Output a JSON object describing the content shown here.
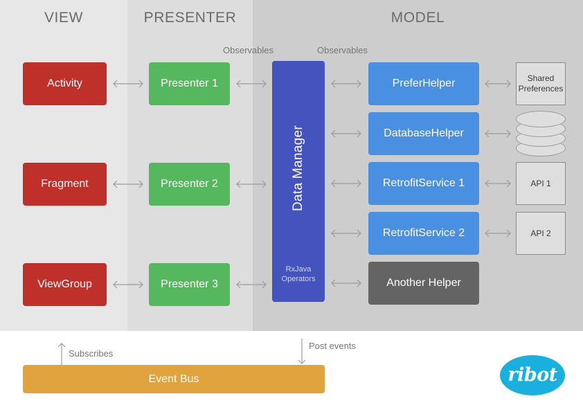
{
  "columns": [
    {
      "id": "view",
      "title": "VIEW",
      "color": "#e7e7e7"
    },
    {
      "id": "presenter",
      "title": "PRESENTER",
      "color": "#dddddd"
    },
    {
      "id": "model",
      "title": "MODEL",
      "color": "#cdcdcd"
    }
  ],
  "annotations": {
    "observables_presenter": "Observables",
    "observables_model": "Observables",
    "subscribes": "Subscribes",
    "post_events": "Post events"
  },
  "view_nodes": [
    {
      "label": "Activity",
      "color": "#c0302b"
    },
    {
      "label": "Fragment",
      "color": "#c0302b"
    },
    {
      "label": "ViewGroup",
      "color": "#c0302b"
    }
  ],
  "presenter_nodes": [
    {
      "label": "Presenter 1",
      "color": "#55b85e"
    },
    {
      "label": "Presenter 2",
      "color": "#55b85e"
    },
    {
      "label": "Presenter 3",
      "color": "#55b85e"
    }
  ],
  "data_manager": {
    "label": "Data Manager",
    "sub_label": "RxJava\nOperators",
    "sub_line_1": "RxJava",
    "sub_line_2": "Operators",
    "color": "#4453bd"
  },
  "model_nodes": [
    {
      "label": "PreferHelper",
      "color": "#4a90e2"
    },
    {
      "label": "DatabaseHelper",
      "color": "#4a90e2"
    },
    {
      "label": "RetrofitService 1",
      "color": "#4a90e2"
    },
    {
      "label": "RetrofitService 2",
      "color": "#4a90e2"
    },
    {
      "label": "Another Helper",
      "color": "#646464"
    }
  ],
  "external_nodes": [
    {
      "id": "shared-preferences",
      "line_1": "Shared",
      "line_2": "Preferences"
    },
    {
      "id": "database",
      "line_1": "",
      "line_2": ""
    },
    {
      "id": "api-1",
      "line_1": "API 1",
      "line_2": ""
    },
    {
      "id": "api-2",
      "line_1": "API 2",
      "line_2": ""
    }
  ],
  "event_bus": {
    "label": "Event Bus",
    "color": "#e0a33e"
  },
  "logo": {
    "text": "ribot",
    "color": "#19b0dd"
  }
}
